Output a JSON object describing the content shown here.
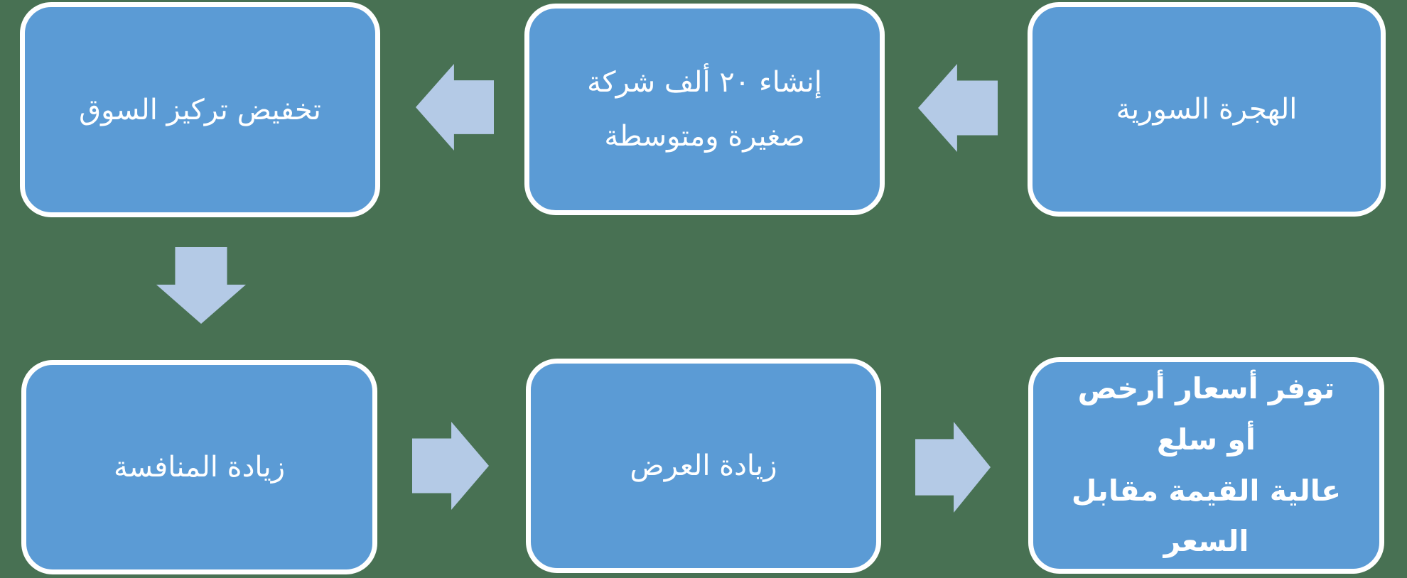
{
  "diagram": {
    "type": "flowchart",
    "direction": "rtl-snake",
    "colors": {
      "background": "#487153",
      "box-fill": "#5B9BD5",
      "box-border": "#FFFFFF",
      "arrow-fill": "#B4CAE6",
      "text": "#FFFFFF"
    },
    "boxes": [
      {
        "id": "syrian-migration",
        "text": "الهجرة السورية",
        "row": "top",
        "position": "right",
        "bold": false
      },
      {
        "id": "create-20k-smes",
        "text": "إنشاء ٢٠ ألف شركة\nصغيرة ومتوسطة",
        "row": "top",
        "position": "middle",
        "bold": false
      },
      {
        "id": "reduce-market-concentration",
        "text": "تخفيض تركيز السوق",
        "row": "top",
        "position": "left",
        "bold": false
      },
      {
        "id": "increase-competition",
        "text": "زيادة المنافسة",
        "row": "bottom",
        "position": "left",
        "bold": false
      },
      {
        "id": "increase-supply",
        "text": "زيادة العرض",
        "row": "bottom",
        "position": "middle",
        "bold": false
      },
      {
        "id": "cheaper-prices-or-value",
        "text": "توفر أسعار أرخص أو سلع\nعالية القيمة مقابل\nالسعر",
        "row": "bottom",
        "position": "right",
        "bold": true
      }
    ],
    "arrows": [
      {
        "id": "arrow-1",
        "direction": "left",
        "from": "syrian-migration",
        "to": "create-20k-smes"
      },
      {
        "id": "arrow-2",
        "direction": "left",
        "from": "create-20k-smes",
        "to": "reduce-market-concentration"
      },
      {
        "id": "arrow-3",
        "direction": "down",
        "from": "reduce-market-concentration",
        "to": "increase-competition"
      },
      {
        "id": "arrow-4",
        "direction": "right",
        "from": "increase-competition",
        "to": "increase-supply"
      },
      {
        "id": "arrow-5",
        "direction": "right",
        "from": "increase-supply",
        "to": "cheaper-prices-or-value"
      }
    ]
  }
}
